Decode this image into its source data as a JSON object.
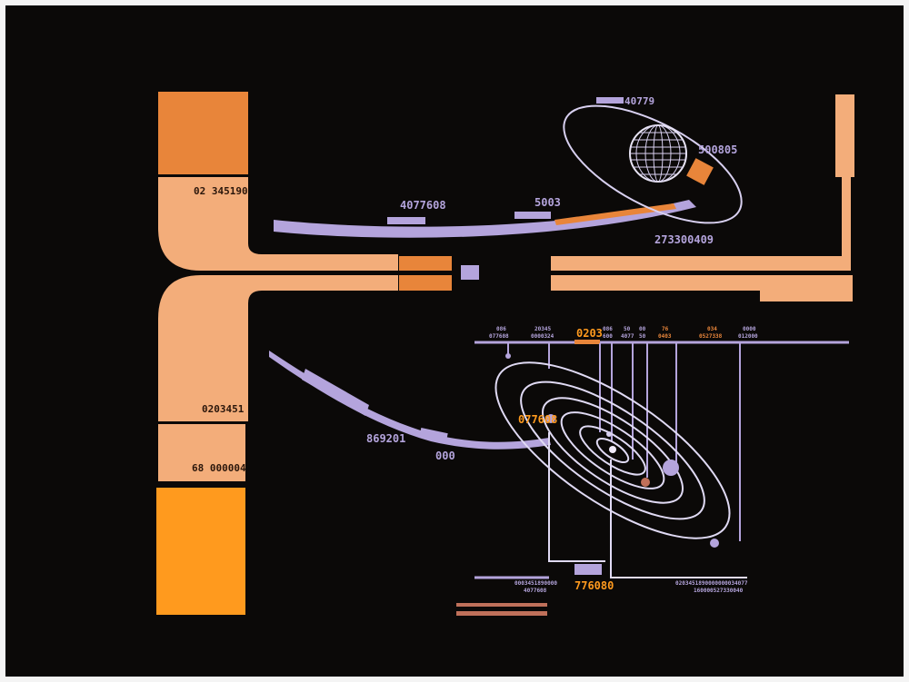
{
  "colors": {
    "background": "#0b0908",
    "border": "#f4f4f4",
    "peach": "#f3ad7a",
    "orange": "#e8853a",
    "bright_orange": "#ff9a1e",
    "lavender": "#b4a4dc",
    "dark_label": "#2a160b",
    "rust": "#c0705a"
  },
  "left_panel": {
    "block_label_1": "02 345190",
    "block_label_2": "0203451",
    "block_label_3": "68 000004"
  },
  "top_labels": {
    "arc_label": "4077608",
    "small_bar_label": "5003",
    "orbit_label": "40779",
    "planet_box_label": "500805",
    "bottom_arc_label": "273300409"
  },
  "lower_arc_labels": {
    "label_a": "869201",
    "label_b": "000"
  },
  "system_labels": {
    "highlight_top": "0203",
    "highlight_mid": "077608",
    "highlight_bottom": "776080",
    "ticks": [
      {
        "top": "086",
        "bottom": "077608"
      },
      {
        "top": "20345",
        "bottom": "0000324"
      },
      {
        "top": "086",
        "bottom": "600"
      },
      {
        "top": "50",
        "bottom": "4077"
      },
      {
        "top": "00",
        "bottom": "50"
      },
      {
        "top": "76",
        "bottom": "0403"
      },
      {
        "top": "034",
        "bottom": "0527338"
      },
      {
        "top": "0000",
        "bottom": "012000"
      }
    ],
    "bottom_left_top": "0003451890000",
    "bottom_left_bottom": "4077608",
    "bottom_right_top": "0203451890000000034077",
    "bottom_right_bottom": "160000527330040"
  }
}
